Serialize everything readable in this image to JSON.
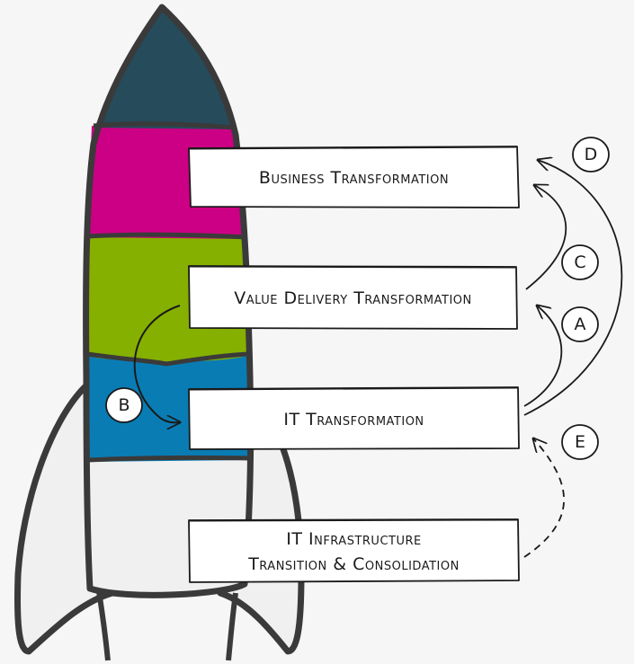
{
  "boxes": {
    "business": "Business Transformation",
    "value_delivery": "Value Delivery Transformation",
    "it": "IT Transformation",
    "infra_line1": "IT Infrastructure",
    "infra_line2": "Transition & Consolidation"
  },
  "markers": {
    "a": "A",
    "b": "B",
    "c": "C",
    "d": "D",
    "e": "E"
  },
  "colors": {
    "nose": "#264b5b",
    "magenta": "#cc0084",
    "green": "#85b000",
    "blue": "#0a7cb4",
    "body_white": "#f0f0f0",
    "outline": "#3a3a3a"
  }
}
